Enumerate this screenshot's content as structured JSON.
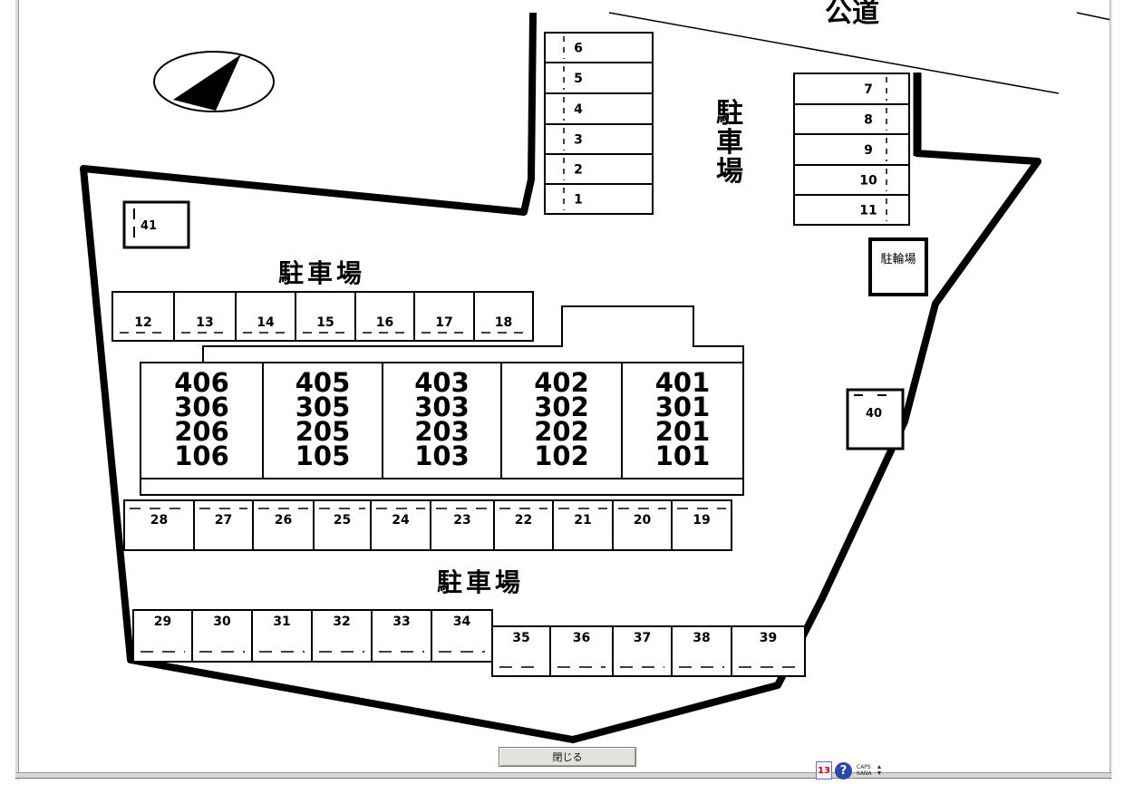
{
  "road_label": "公道",
  "parking_labels": [
    "駐車場",
    "駐車場",
    "駐車場"
  ],
  "bicycle_parking_label": "駐輪場",
  "building_units": [
    [
      "406",
      "306",
      "206",
      "106"
    ],
    [
      "405",
      "305",
      "205",
      "105"
    ],
    [
      "403",
      "303",
      "203",
      "103"
    ],
    [
      "402",
      "302",
      "202",
      "102"
    ],
    [
      "401",
      "301",
      "201",
      "101"
    ]
  ],
  "spaces_column_left": [
    "6",
    "5",
    "4",
    "3",
    "2",
    "1"
  ],
  "spaces_column_right": [
    "7",
    "8",
    "9",
    "10",
    "11"
  ],
  "spaces_row_12_18": [
    "12",
    "13",
    "14",
    "15",
    "16",
    "17",
    "18"
  ],
  "spaces_row_28_19": [
    "28",
    "27",
    "26",
    "25",
    "24",
    "23",
    "22",
    "21",
    "20",
    "19"
  ],
  "spaces_row_29_34": [
    "29",
    "30",
    "31",
    "32",
    "33",
    "34"
  ],
  "spaces_row_35_39": [
    "35",
    "36",
    "37",
    "38",
    "39"
  ],
  "space_41": "41",
  "space_40": "40",
  "close_button_label": "閉じる",
  "tray": {
    "ime_label": "13",
    "help_label": "?",
    "caps_label": "CAPS",
    "kana_label": "KANA"
  }
}
